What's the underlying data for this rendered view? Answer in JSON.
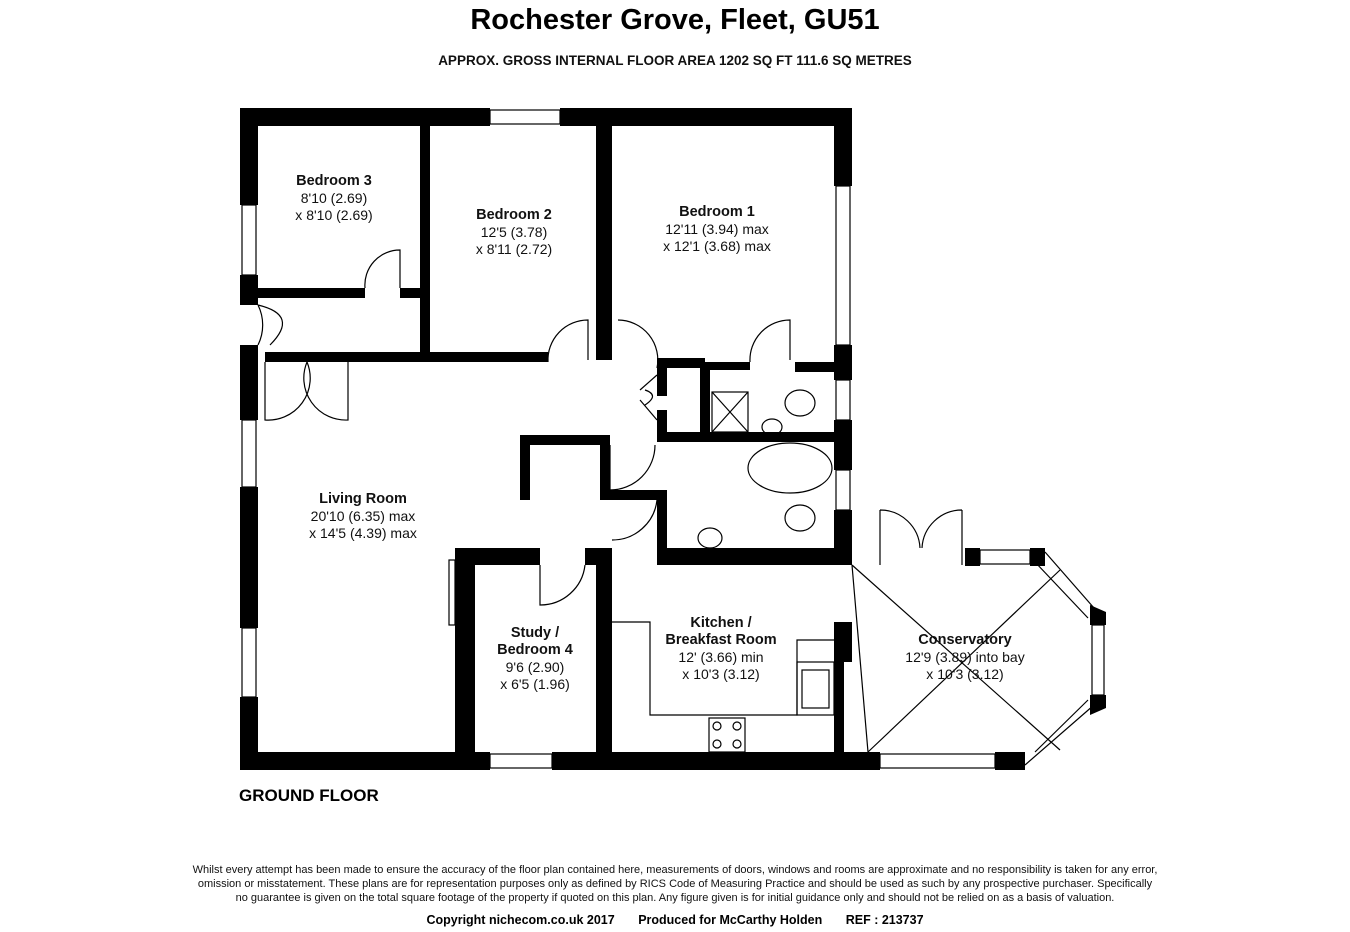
{
  "header": {
    "title": "Rochester Grove, Fleet, GU51",
    "area": "APPROX. GROSS INTERNAL FLOOR AREA 1202 SQ FT 111.6 SQ METRES"
  },
  "rooms": [
    {
      "name": "Bedroom 3",
      "l1": "8'10 (2.69)",
      "l2": "x 8'10 (2.69)"
    },
    {
      "name": "Bedroom 2",
      "l1": "12'5 (3.78)",
      "l2": "x 8'11 (2.72)"
    },
    {
      "name": "Bedroom 1",
      "l1": "12'11 (3.94) max",
      "l2": "x 12'1 (3.68) max"
    },
    {
      "name": "Living Room",
      "l1": "20'10 (6.35) max",
      "l2": "x 14'5 (4.39) max"
    },
    {
      "name": "Study /",
      "name2": "Bedroom 4",
      "l1": "9'6 (2.90)",
      "l2": "x 6'5 (1.96)"
    },
    {
      "name": "Kitchen /",
      "name2": "Breakfast Room",
      "l1": "12' (3.66) min",
      "l2": "x 10'3 (3.12)"
    },
    {
      "name": "Conservatory",
      "l1": "12'9 (3.89) into bay",
      "l2": "x 10'3 (3.12)"
    }
  ],
  "floor_label": "GROUND FLOOR",
  "disclaimer": {
    "line1": "Whilst every attempt has been made to ensure the accuracy of the floor plan contained here, measurements of doors, windows and rooms are approximate and no responsibility is taken for any error,",
    "line2": "omission or misstatement. These plans are for representation purposes only as defined by RICS Code of Measuring Practice and should be used as such by any prospective purchaser.  Specifically",
    "line3": "no guarantee is given on the total square footage of the property if quoted on this plan. Any figure given is for initial guidance only and should not be relied on as a basis of valuation."
  },
  "footer": {
    "copyright": "Copyright nichecom.co.uk 2017",
    "produced": "Produced for McCarthy Holden",
    "ref": "REF : 213737"
  }
}
